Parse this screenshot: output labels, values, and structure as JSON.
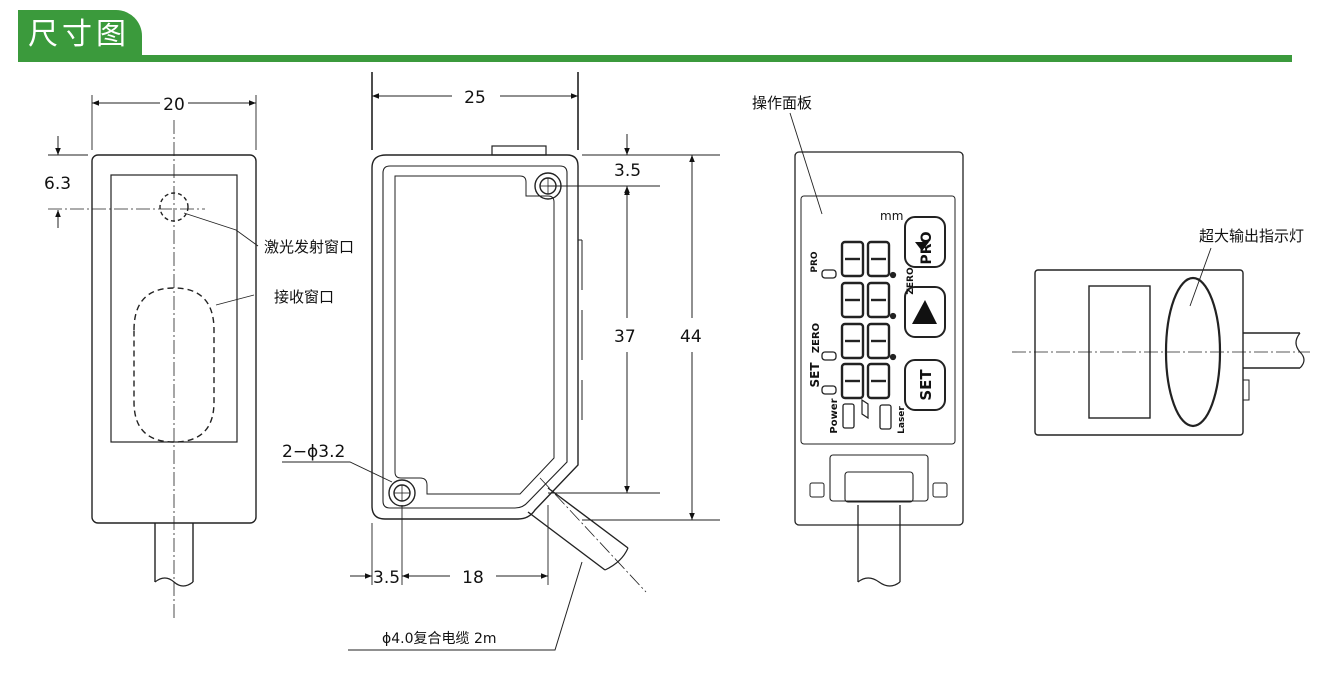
{
  "header": {
    "title": "尺寸图"
  },
  "dims": {
    "front_width": "20",
    "front_offset": "6.3",
    "side_width": "25",
    "side_right_offset": "3.5",
    "side_inner_height": "37",
    "side_total_height": "44",
    "holes": "2−ϕ3.2",
    "side_bottom_left": "3.5",
    "side_bottom_span": "18"
  },
  "labels": {
    "laser_window": "激光发射窗口",
    "receive_window": "接收窗口",
    "cable": "ϕ4.0复合电缆 2m",
    "operation_panel": "操作面板",
    "output_indicator": "超大输出指示灯"
  },
  "panel": {
    "unit": "mm",
    "pro_button": "PRO",
    "set_button": "SET",
    "pro_led": "PRO",
    "zero_label": "ZERO",
    "zero_led": "ZERO",
    "set_led": "SET",
    "power_led": "Power",
    "laser_led": "Laser"
  }
}
